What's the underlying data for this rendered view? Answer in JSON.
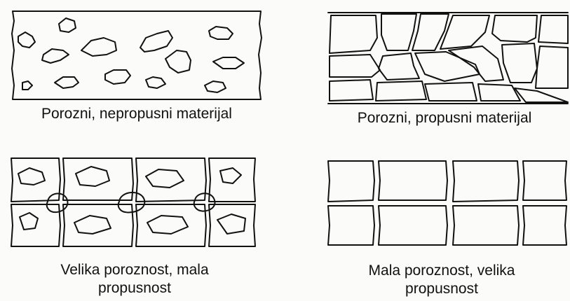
{
  "panels": [
    {
      "id": "tl",
      "caption": "Porozni, nepropusni materijal"
    },
    {
      "id": "tr",
      "caption": "Porozni, propusni materijal"
    },
    {
      "id": "bl",
      "caption": "Velika poroznost, mala\npropusnost"
    },
    {
      "id": "br",
      "caption": "Mala poroznost, velika\npropusnost"
    }
  ]
}
